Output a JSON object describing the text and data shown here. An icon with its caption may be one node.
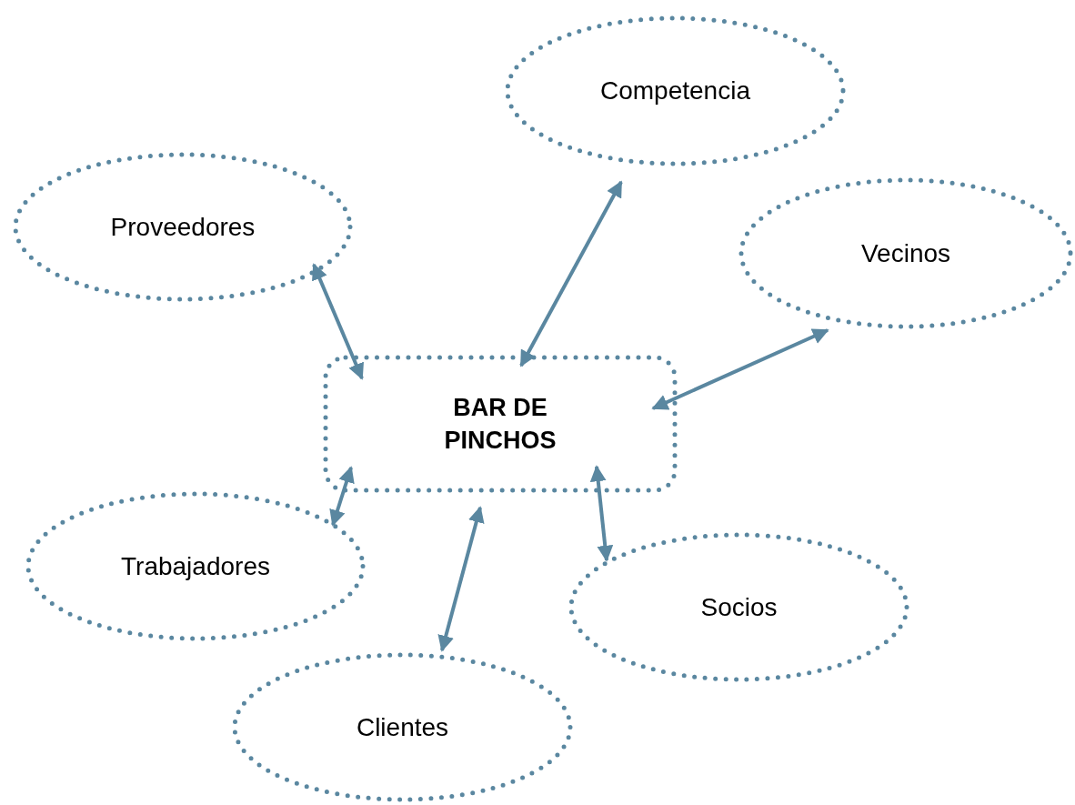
{
  "diagram": {
    "nodes": [
      {
        "text": [
          "BAR DE PINCHOS"
        ]
      },
      {
        "text": [
          "Competencia"
        ]
      },
      {
        "text": [
          "Proveedores"
        ]
      },
      {
        "text": [
          "Vecinos"
        ]
      },
      {
        "text": [
          "Trabajadores"
        ]
      },
      {
        "text": [
          "Clientes"
        ]
      },
      {
        "text": [
          "Socios"
        ]
      }
    ],
    "edges": [
      {
        "from": 0,
        "to": 2,
        "arrow": "both"
      },
      {
        "from": 0,
        "to": 1,
        "arrow": "both"
      },
      {
        "from": 0,
        "to": 3,
        "arrow": "both"
      },
      {
        "from": 0,
        "to": 4,
        "arrow": "both"
      },
      {
        "from": 0,
        "to": 5,
        "arrow": "both"
      },
      {
        "from": 0,
        "to": 6,
        "arrow": "both"
      }
    ]
  }
}
